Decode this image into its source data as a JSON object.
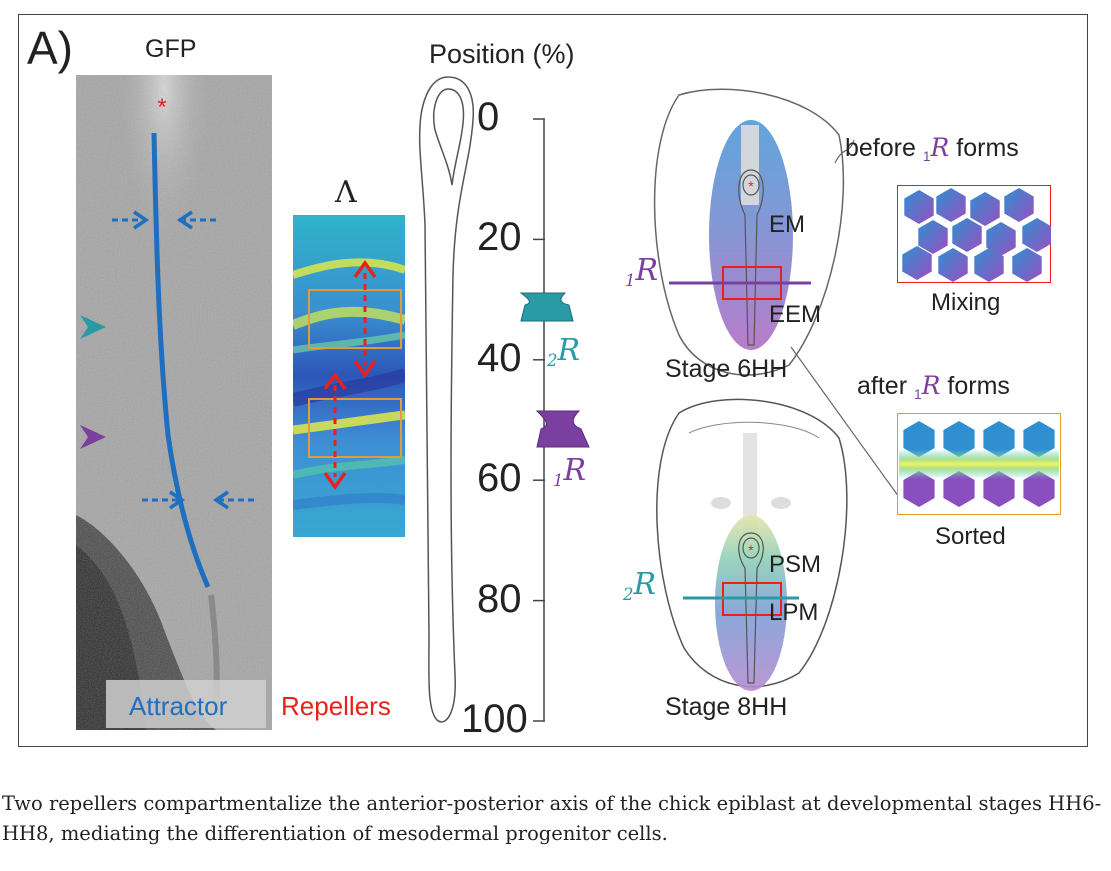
{
  "panel": {
    "label": "A)",
    "gfp_title": "GFP",
    "lambda_title": "Λ",
    "position_title": "Position (%)",
    "attractor_label": "Attractor",
    "repellers_label": "Repellers"
  },
  "axis": {
    "ticks": [
      "0",
      "20",
      "40",
      "60",
      "80",
      "100"
    ]
  },
  "repellers": {
    "r2": {
      "subscript": "2",
      "symbol": "R",
      "position_percent": 33,
      "color": "#2a9aa5"
    },
    "r1": {
      "subscript": "1",
      "symbol": "R",
      "position_percent": 53,
      "color": "#7b3fa0"
    }
  },
  "embryo_top": {
    "stage": "Stage 6HH",
    "labels": {
      "em": "EM",
      "eem": "EEM"
    },
    "repeller_subscript": "1",
    "repeller_symbol": "R"
  },
  "embryo_bottom": {
    "stage": "Stage 8HH",
    "labels": {
      "psm": "PSM",
      "lpm": "LPM"
    },
    "repeller_subscript": "2",
    "repeller_symbol": "R"
  },
  "inset_mixing": {
    "heading_pre": "before ",
    "heading_sub": "1",
    "heading_symbol": "R",
    "heading_post": " forms",
    "label": "Mixing"
  },
  "inset_sorted": {
    "heading_pre": "after ",
    "heading_sub": "1",
    "heading_symbol": "R",
    "heading_post": " forms",
    "label": "Sorted"
  },
  "caption": "Two repellers compartmentalize the anterior-posterior axis of the chick epiblast at developmental stages HH6-HH8, mediating the differentiation of mesodermal progenitor cells.",
  "colors": {
    "attractor": "#1f6fc0",
    "repeller_arrows": "#e8211d",
    "r1": "#7b3fa0",
    "r2": "#2a9aa5"
  }
}
